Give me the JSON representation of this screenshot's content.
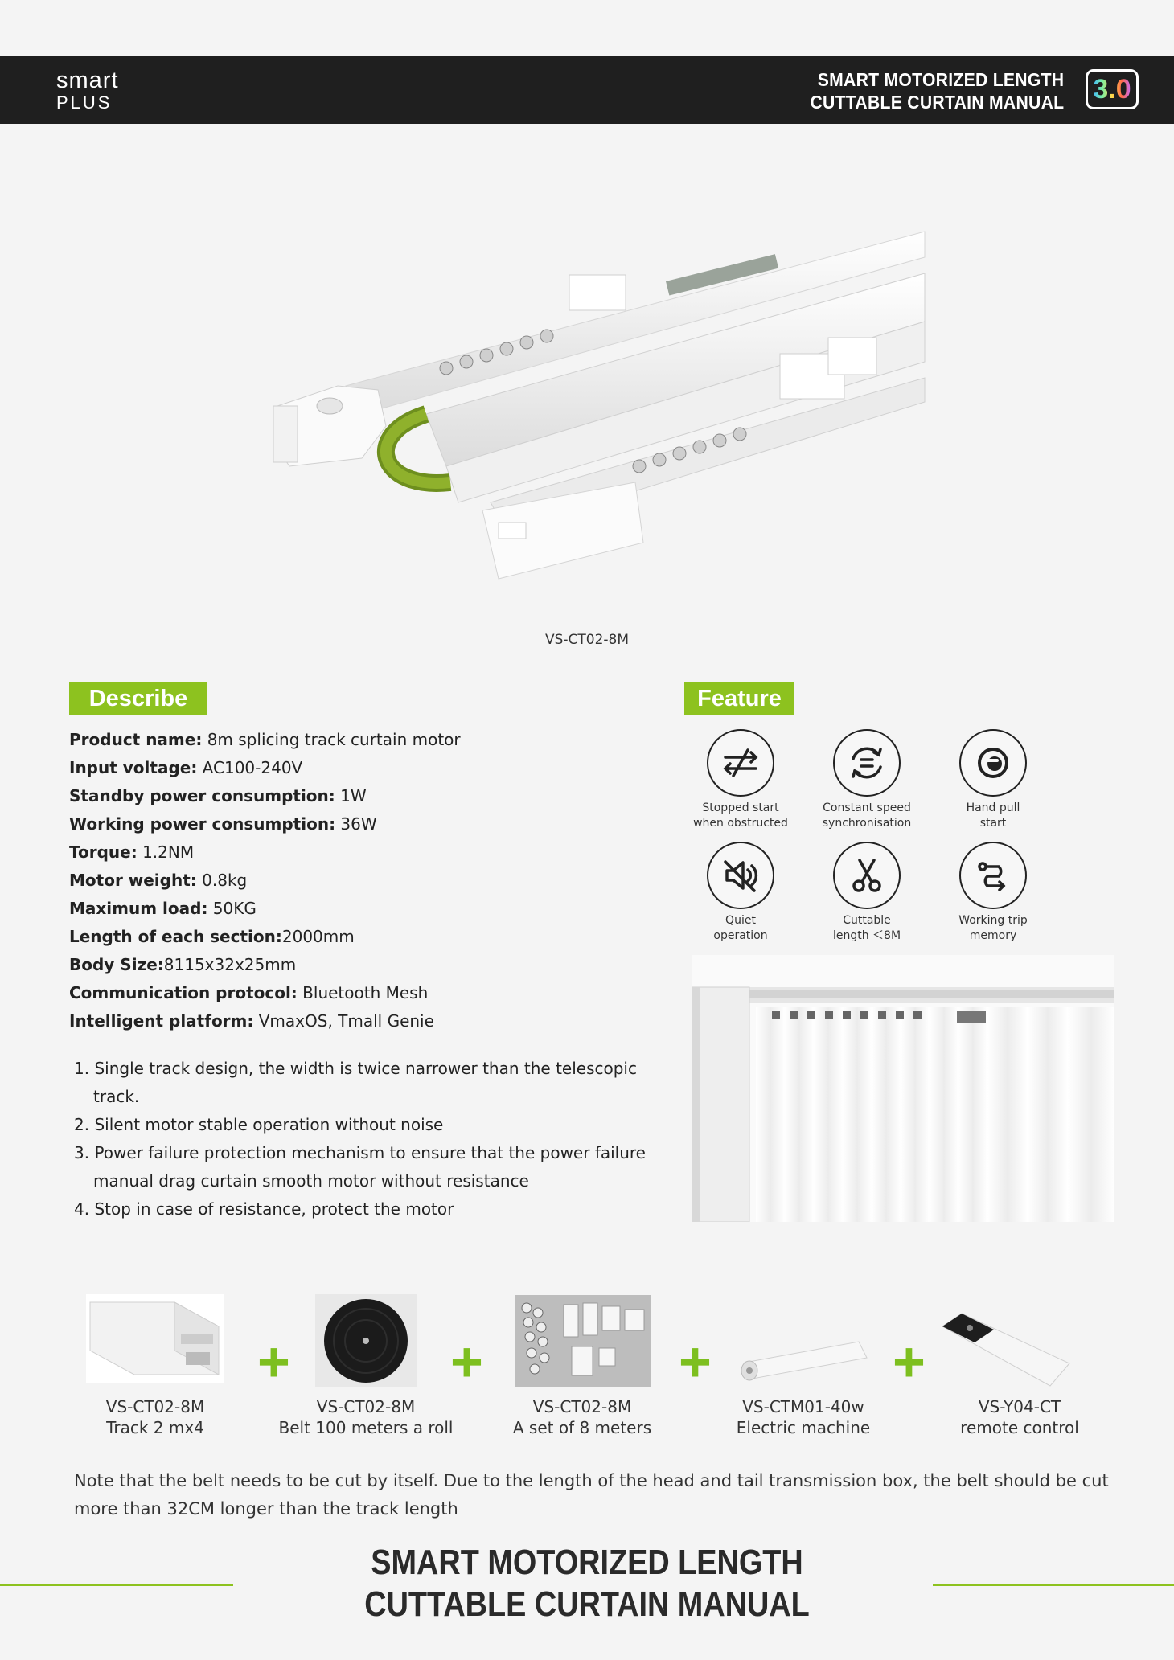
{
  "header": {
    "logo_line1": "smart",
    "logo_line2": "PLUS",
    "title_line1": "SMART MOTORIZED LENGTH",
    "title_line2": "CUTTABLE CURTAIN MANUAL",
    "version": "3.0"
  },
  "hero": {
    "caption": "VS-CT02-8M"
  },
  "describe": {
    "tag": "Describe",
    "specs": [
      {
        "label": "Product name:",
        "value": " 8m splicing track curtain motor"
      },
      {
        "label": "Input voltage:",
        "value": " AC100-240V"
      },
      {
        "label": "Standby power consumption:",
        "value": " 1W"
      },
      {
        "label": "Working power consumption:",
        "value": " 36W"
      },
      {
        "label": "Torque:",
        "value": " 1.2NM"
      },
      {
        "label": "Motor weight:",
        "value": " 0.8kg"
      },
      {
        "label": "Maximum load:",
        "value": " 50KG"
      },
      {
        "label": "Length of each section:",
        "value": "2000mm"
      },
      {
        "label": "Body Size:",
        "value": "8115x32x25mm"
      },
      {
        "label": "Communication protocol:",
        "value": " Bluetooth Mesh"
      },
      {
        "label": "Intelligent platform:",
        "value": " VmaxOS, Tmall Genie"
      }
    ],
    "notes": [
      "1. Single track design, the width is twice narrower than the telescopic track.",
      "2. Silent motor stable operation without noise",
      "3. Power failure protection mechanism to ensure that the power failure manual drag curtain smooth motor without resistance",
      "4. Stop in case of resistance, protect the motor"
    ]
  },
  "feature": {
    "tag": "Feature",
    "items": [
      {
        "icon": "stop-obstructed-icon",
        "line1": "Stopped start",
        "line2": "when obstructed"
      },
      {
        "icon": "constant-speed-icon",
        "line1": "Constant speed",
        "line2": "synchronisation"
      },
      {
        "icon": "hand-pull-icon",
        "line1": "Hand pull",
        "line2": "start"
      },
      {
        "icon": "quiet-icon",
        "line1": "Quiet",
        "line2": "operation"
      },
      {
        "icon": "scissors-icon",
        "line1": "Cuttable",
        "line2": "length ＜8M"
      },
      {
        "icon": "trip-memory-icon",
        "line1": "Working trip",
        "line2": "memory"
      }
    ]
  },
  "kit": [
    {
      "model": "VS-CT02-8M",
      "desc": "Track 2 mx4"
    },
    {
      "model": "VS-CT02-8M",
      "desc": "Belt 100 meters a roll"
    },
    {
      "model": "VS-CT02-8M",
      "desc": "A set of 8 meters"
    },
    {
      "model": "VS-CTM01-40w",
      "desc": "Electric machine"
    },
    {
      "model": "VS-Y04-CT",
      "desc": "remote control"
    }
  ],
  "plus_sign": "+",
  "note": "Note that the belt needs to be cut by itself. Due to the length of the head and tail transmission box, the belt should be cut more than 32CM longer than the track length",
  "footer": {
    "title_line1": "SMART MOTORIZED LENGTH",
    "title_line2": "CUTTABLE CURTAIN MANUAL"
  },
  "colors": {
    "accent": "#8dc21f",
    "header_bg": "#1f1f1f",
    "page_bg": "#f4f4f4"
  }
}
